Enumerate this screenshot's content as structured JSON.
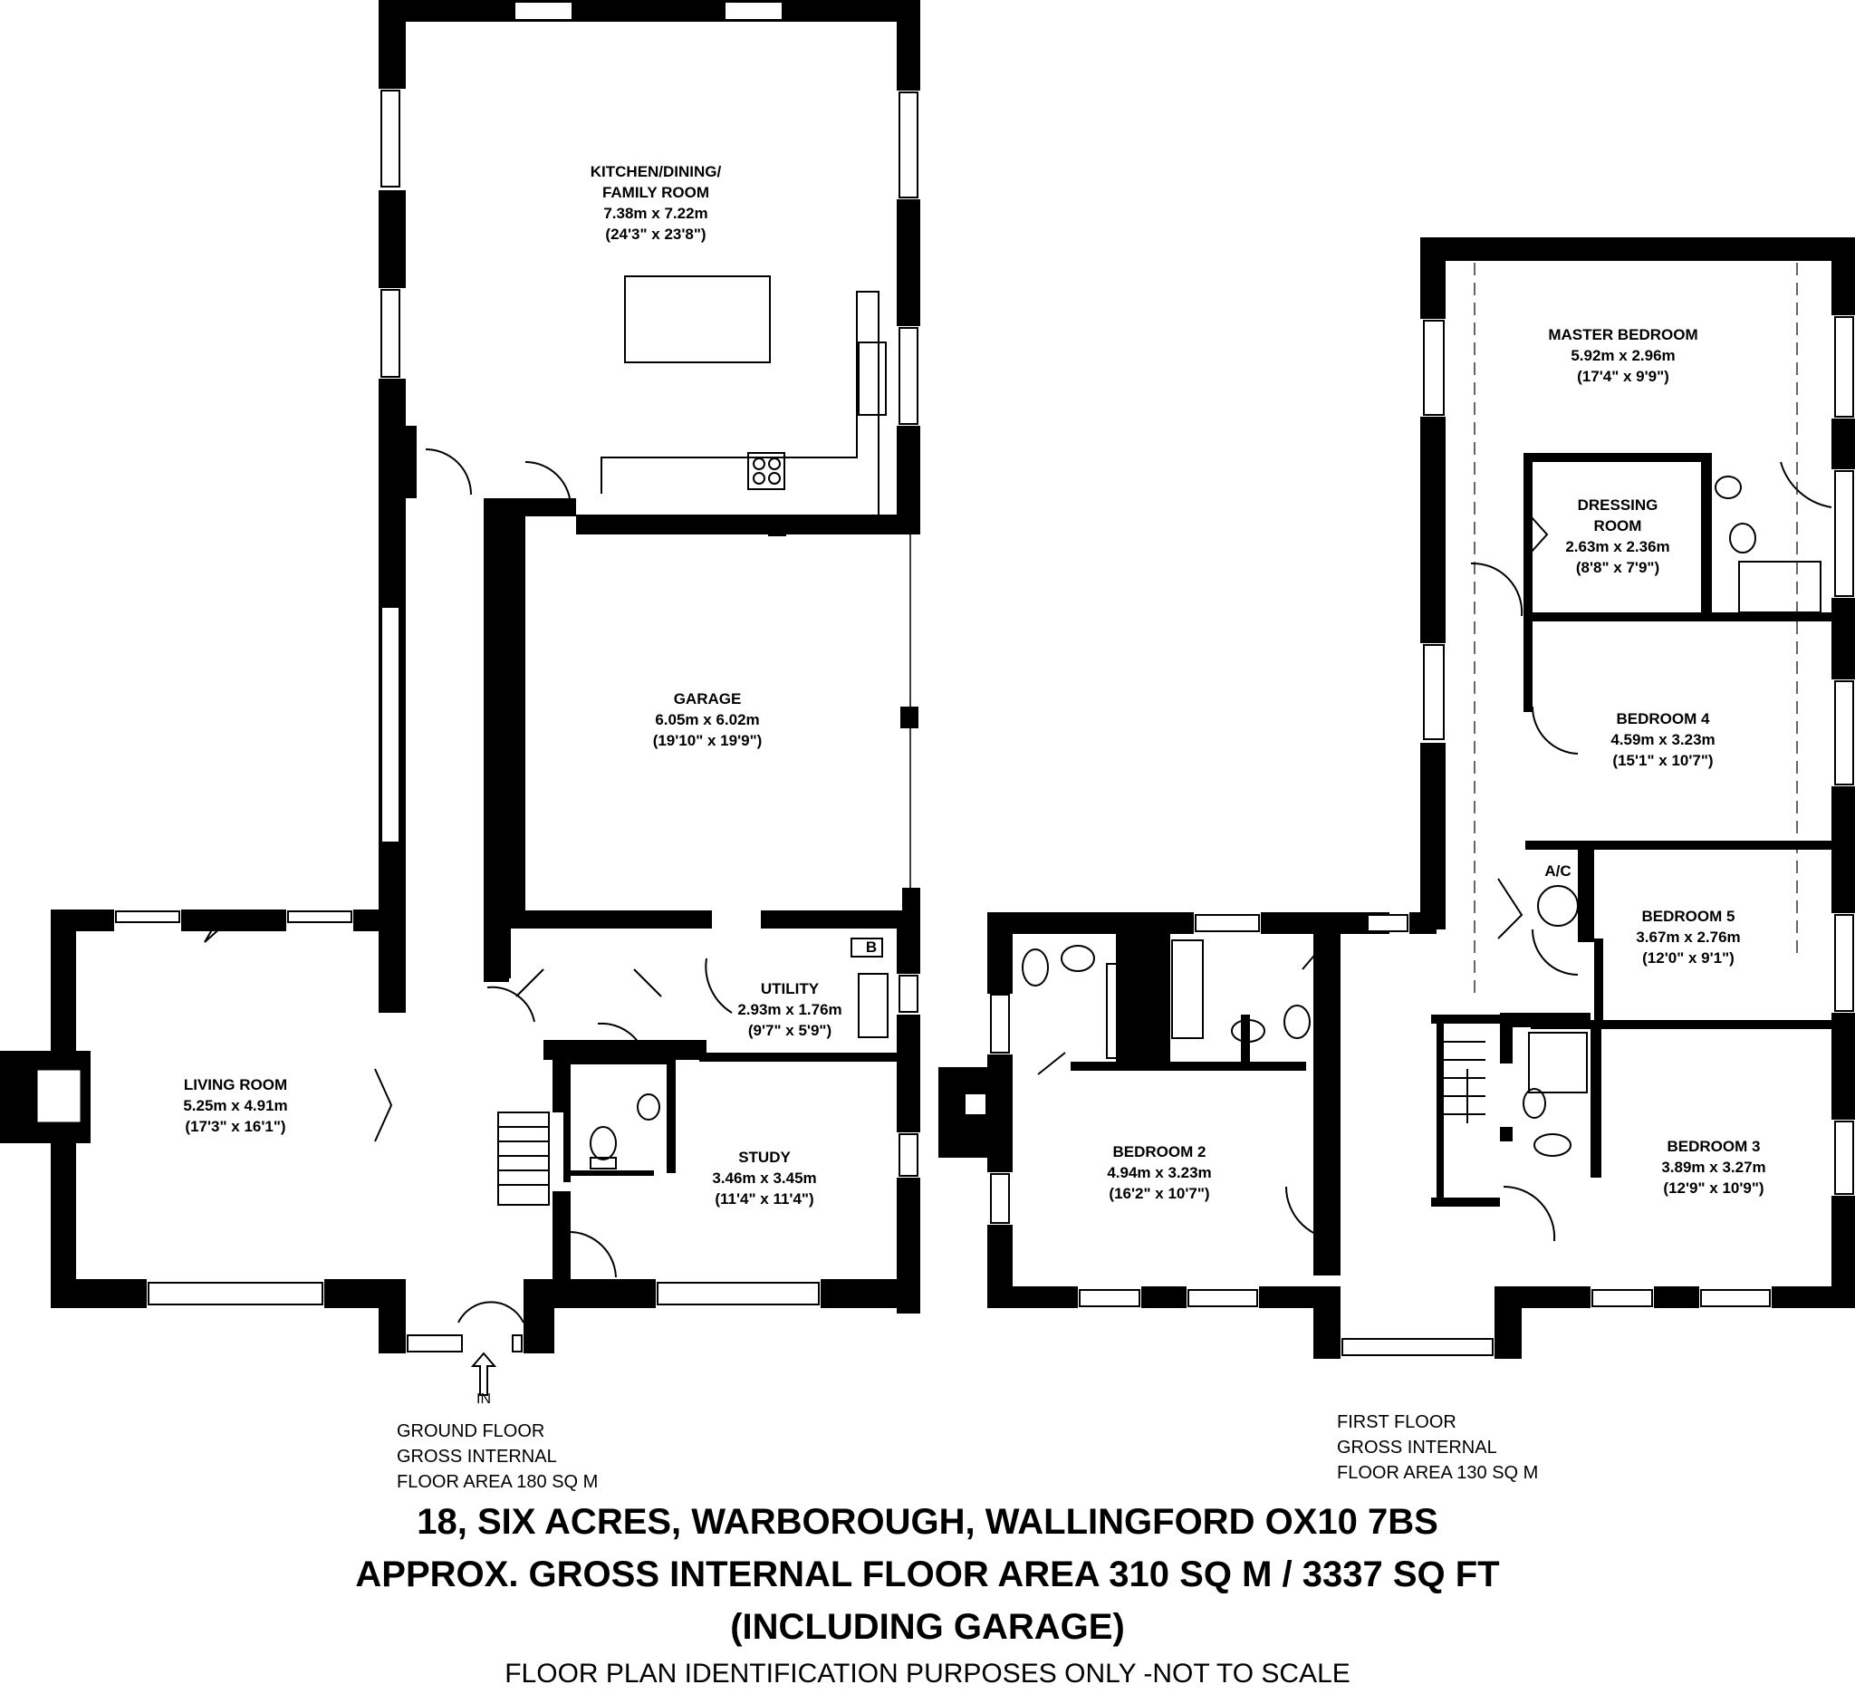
{
  "rooms": {
    "kitchen": {
      "name": [
        "KITCHEN/DINING/",
        "FAMILY ROOM"
      ],
      "metric": "7.38m x 7.22m",
      "imperial": "(24'3\" x 23'8\")"
    },
    "garage": {
      "name": [
        "GARAGE"
      ],
      "metric": "6.05m x 6.02m",
      "imperial": "(19'10\" x 19'9\")"
    },
    "living": {
      "name": [
        "LIVING ROOM"
      ],
      "metric": "5.25m x 4.91m",
      "imperial": "(17'3\" x 16'1\")"
    },
    "utility": {
      "name": [
        "UTILITY"
      ],
      "metric": "2.93m x 1.76m",
      "imperial": "(9'7\" x 5'9\")"
    },
    "study": {
      "name": [
        "STUDY"
      ],
      "metric": "3.46m x 3.45m",
      "imperial": "(11'4\" x 11'4\")"
    },
    "master": {
      "name": [
        "MASTER BEDROOM"
      ],
      "metric": "5.92m x 2.96m",
      "imperial": "(17'4\" x 9'9\")"
    },
    "dressing": {
      "name": [
        "DRESSING",
        "ROOM"
      ],
      "metric": "2.63m x 2.36m",
      "imperial": "(8'8\" x 7'9\")"
    },
    "bed4": {
      "name": [
        "BEDROOM 4"
      ],
      "metric": "4.59m x 3.23m",
      "imperial": "(15'1\" x 10'7\")"
    },
    "bed5": {
      "name": [
        "BEDROOM 5"
      ],
      "metric": "3.67m x 2.76m",
      "imperial": "(12'0\" x 9'1\")"
    },
    "bed2": {
      "name": [
        "BEDROOM 2"
      ],
      "metric": "4.94m x 3.23m",
      "imperial": "(16'2\" x 10'7\")"
    },
    "bed3": {
      "name": [
        "BEDROOM 3"
      ],
      "metric": "3.89m x 3.27m",
      "imperial": "(12'9\" x 10'9\")"
    }
  },
  "labels": {
    "ac": "A/C",
    "boiler": "B",
    "entrance": "IN"
  },
  "ground_floor": {
    "line1": "GROUND FLOOR",
    "line2": "GROSS INTERNAL",
    "line3": "FLOOR AREA 180 SQ M"
  },
  "first_floor": {
    "line1": "FIRST FLOOR",
    "line2": "GROSS INTERNAL",
    "line3": "FLOOR AREA 130 SQ M"
  },
  "footer": {
    "address": "18, SIX ACRES, WARBOROUGH, WALLINGFORD OX10 7BS",
    "total": "APPROX. GROSS INTERNAL FLOOR AREA 310 SQ M / 3337 SQ FT",
    "garage_note": "(INCLUDING GARAGE)",
    "disclaimer": "FLOOR PLAN IDENTIFICATION PURPOSES ONLY -NOT TO SCALE"
  },
  "colors": {
    "wall": "#000000",
    "background": "#ffffff",
    "fixture": "#555555"
  }
}
